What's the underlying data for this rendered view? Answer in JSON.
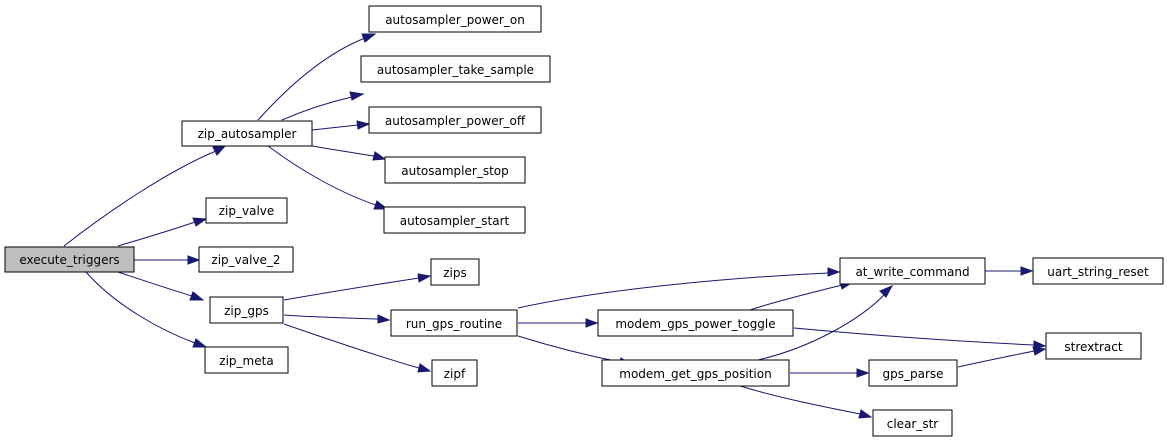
{
  "diagram": {
    "nodes": {
      "execute_triggers": "execute_triggers",
      "zip_autosampler": "zip_autosampler",
      "zip_valve": "zip_valve",
      "zip_valve_2": "zip_valve_2",
      "zip_gps": "zip_gps",
      "zip_meta": "zip_meta",
      "autosampler_power_on": "autosampler_power_on",
      "autosampler_take_sample": "autosampler_take_sample",
      "autosampler_power_off": "autosampler_power_off",
      "autosampler_stop": "autosampler_stop",
      "autosampler_start": "autosampler_start",
      "zips": "zips",
      "run_gps_routine": "run_gps_routine",
      "zipf": "zipf",
      "modem_gps_power_toggle": "modem_gps_power_toggle",
      "modem_get_gps_position": "modem_get_gps_position",
      "at_write_command": "at_write_command",
      "uart_string_reset": "uart_string_reset",
      "strextract": "strextract",
      "gps_parse": "gps_parse",
      "clear_str": "clear_str"
    },
    "colors": {
      "edge": "#191970",
      "root_fill": "#bfbfbf",
      "node_fill": "#ffffff",
      "node_border": "#000000"
    }
  }
}
